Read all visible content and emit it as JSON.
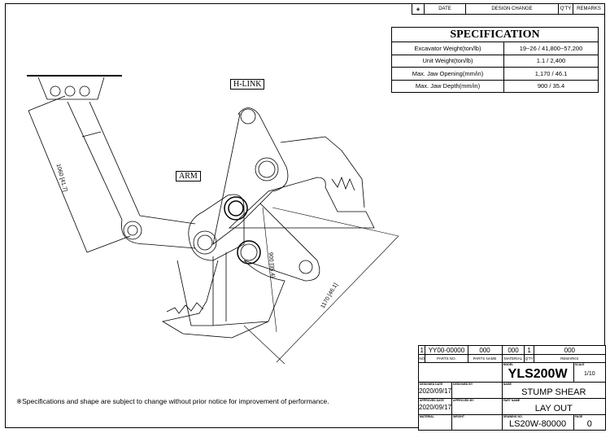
{
  "revision_header": {
    "date": "DATE",
    "design_change": "DESIGN CHANGE",
    "qty": "Q'TY",
    "remarks": "REMARKS"
  },
  "specification": {
    "title": "SPECIFICATION",
    "rows": [
      {
        "label": "Excavator Weight(ton/lb)",
        "value": "19~26 / 41,800~57,200"
      },
      {
        "label": "Unit Weight(ton/lb)",
        "value": "1.1 / 2,400"
      },
      {
        "label": "Max. Jaw Opening(mm/in)",
        "value": "1,170 / 46.1"
      },
      {
        "label": "Max. Jaw Depth(mm/in)",
        "value": "900 / 35.4"
      }
    ]
  },
  "drawing": {
    "h_link": "H-LINK",
    "arm": "ARM",
    "dim_arm": "1060 [41.7]",
    "dim_depth": "900 [35.4]",
    "dim_opening": "1170 [46.1]"
  },
  "parts_row": {
    "no": "1",
    "parts_no": "YY00-00000",
    "parts_name": "000",
    "material": "000",
    "qty": "1",
    "remarks": "000"
  },
  "parts_header": {
    "no": "NO",
    "parts_no": "PARTS NO.",
    "parts_name": "PARTS NAME",
    "material": "MATERIAL",
    "qty": "Q'TY",
    "remarks": "REMARKS"
  },
  "title_block": {
    "model_label": "MODEL",
    "model": "YLS200W",
    "scale_label": "SCALE",
    "scale": "1/10",
    "designed_date_label": "DESIGNED DATE",
    "designed_date": "2020/09/17",
    "designed_by_label": "DESIGNED BY",
    "name_label": "NAME",
    "name": "STUMP SHEAR",
    "approved_date_label": "APPROVED DATE",
    "approved_date": "2020/09/17",
    "approved_by_label": "APPROVED BY",
    "part_name_label": "PART NAME",
    "part_name": "LAY OUT",
    "material_label": "MATERIAL",
    "weight_label": "WEIGHT",
    "drawing_no_label": "DRAWING NO.",
    "drawing_no": "LS20W-80000",
    "page_label": "PAGE",
    "page": "0"
  },
  "note": "※Specifications and shape are subject to change without prior notice for improvement of performance."
}
